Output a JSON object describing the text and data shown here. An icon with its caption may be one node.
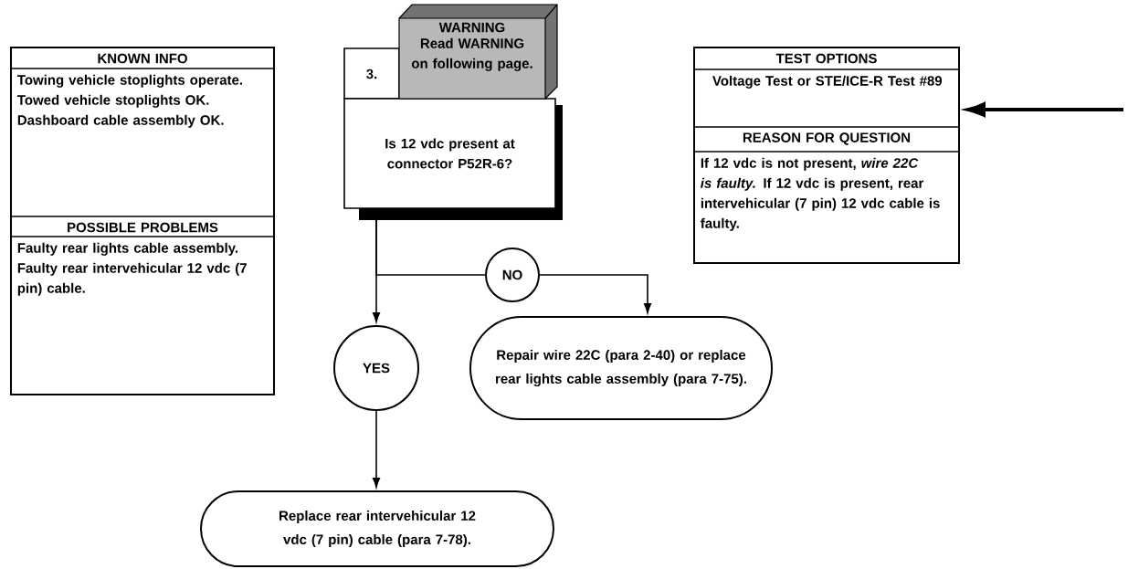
{
  "diagram": {
    "nodes": [
      {
        "text": [
          "KNOWN INFO",
          "Towing vehicle stoplights operate.",
          "Towed vehicle stoplights OK.",
          "Dashboard cable assembly OK.",
          "POSSIBLE PROBLEMS",
          "Faulty rear lights cable assembly.",
          "Faulty rear intervehicular 12 vdc (7 pin) cable."
        ]
      },
      {
        "text": [
          "3.",
          "Is 12 vdc present at connector P52R-6?"
        ]
      },
      {
        "text": [
          "WARNING",
          "Read WARNING on following page."
        ]
      },
      {
        "text": [
          "TEST OPTIONS",
          "Voltage Test or STE/ICE-R Test #89",
          "REASON FOR QUESTION",
          "If 12 vdc is not present, *wire 22C is faulty.* If 12 vdc is present, rear intervehicular (7 pin) 12 vdc cable is faulty."
        ]
      },
      {
        "text": [
          "NO"
        ]
      },
      {
        "text": [
          "YES"
        ]
      },
      {
        "text": [
          "Repair wire 22C (para 2-40) or replace rear lights cable assembly (para 7-75)."
        ]
      },
      {
        "text": [
          "Replace rear intervehicular 12 vdc (7 pin) cable (para 7-78)."
        ]
      }
    ],
    "edges": [
      {
        "from": 1,
        "to": 5,
        "arrow": "to"
      },
      {
        "from": 1,
        "to": 4,
        "arrow": "none"
      },
      {
        "from": 4,
        "to": 6,
        "arrow": "to"
      },
      {
        "from": 5,
        "to": 7,
        "arrow": "to"
      },
      {
        "from": null,
        "to": 3,
        "arrow": "to",
        "style": "thick"
      }
    ]
  }
}
